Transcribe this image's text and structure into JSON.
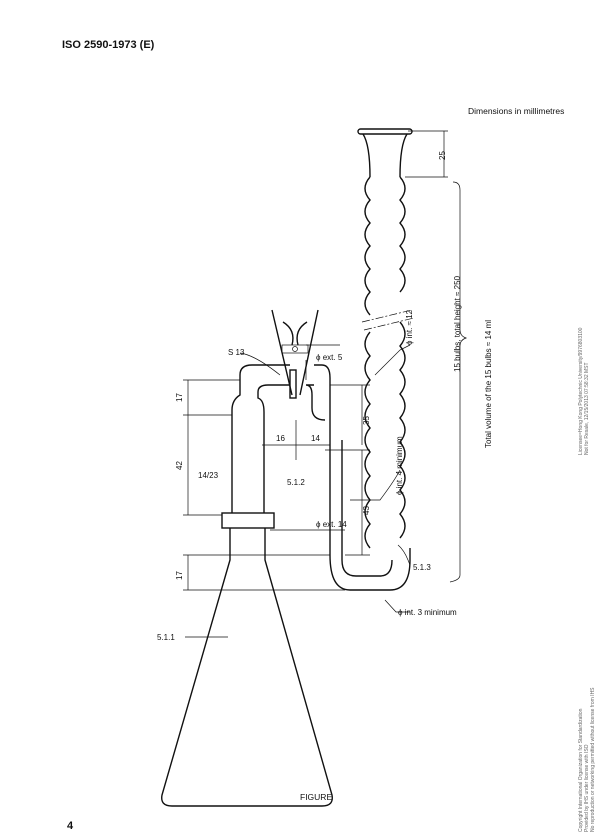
{
  "header": {
    "standard": "ISO 2590-1973 (E)"
  },
  "note": "Dimensions in millimetres",
  "figure": {
    "caption": "FIGURE",
    "labels": {
      "s13": "S 13",
      "ext5": "ϕ ext. 5",
      "d17_top": "17",
      "d16": "16",
      "d14": "14",
      "d35": "35",
      "d42": "42",
      "joint": "14/23",
      "p512": "5.1.2",
      "int4": "ϕ int. 4 minimum",
      "d43": "43",
      "ext14": "ϕ ext. 14",
      "p513": "5.1.3",
      "d17_bottom": "17",
      "int3": "ϕ int. 3 minimum",
      "p511": "5.1.1",
      "d25": "25",
      "int12": "ϕ int. ≈ 12",
      "bulbs": "15 bulbs, total height ≈ 250",
      "volume": "Total volume of the 15 bulbs ≈ 14 ml"
    }
  },
  "page_number": "4",
  "side_notes": {
    "license": [
      "Licensee=Hong Kong Polytechnic University/9976803100",
      "Not for Resale, 12/15/2013 07:58:32 MST"
    ],
    "copyright": [
      "Copyright International Organization for Standardization",
      "Provided by IHS under license with ISO",
      "No reproduction or networking permitted without license from IHS"
    ]
  }
}
